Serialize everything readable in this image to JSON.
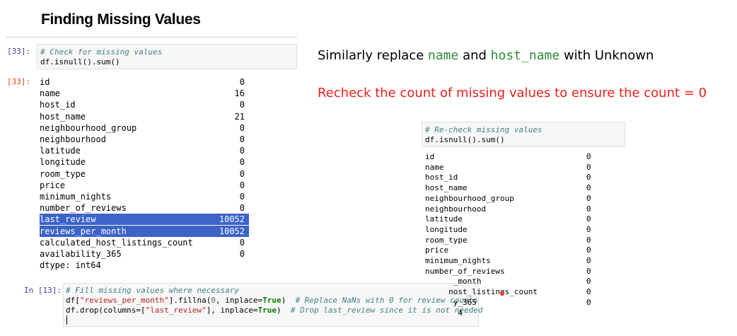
{
  "title": "Finding Missing Values",
  "cell33": {
    "in_prompt": "[33]:",
    "out_prompt": "[33]:",
    "code": [
      "# Check for missing values",
      "df.isnull().sum()"
    ],
    "rows": [
      {
        "k": "id",
        "v": "0"
      },
      {
        "k": "name",
        "v": "16"
      },
      {
        "k": "host_id",
        "v": "0"
      },
      {
        "k": "host_name",
        "v": "21"
      },
      {
        "k": "neighbourhood_group",
        "v": "0"
      },
      {
        "k": "neighbourhood",
        "v": "0"
      },
      {
        "k": "latitude",
        "v": "0"
      },
      {
        "k": "longitude",
        "v": "0"
      },
      {
        "k": "room_type",
        "v": "0"
      },
      {
        "k": "price",
        "v": "0"
      },
      {
        "k": "minimum_nights",
        "v": "0"
      },
      {
        "k": "number_of_reviews",
        "v": "0"
      },
      {
        "k": "last_review",
        "v": "10052",
        "selected": true
      },
      {
        "k": "reviews_per_month",
        "v": "10052",
        "selected": true
      },
      {
        "k": "calculated_host_listings_count",
        "v": "0"
      },
      {
        "k": "availability_365",
        "v": "0"
      }
    ],
    "dtype": "dtype: int64"
  },
  "cell13": {
    "prompt": "In [13]:",
    "line1_comment": "# Fill missing values where necessary",
    "line2": {
      "a": "df[",
      "s": "\"reviews_per_month\"",
      "b": "].fillna(",
      "n": "0",
      "c": ", inplace=",
      "kw": "True",
      "d": ")  ",
      "cm": "# Replace NaNs with 0 for review counts"
    },
    "line3": {
      "a": "df.drop(columns=[",
      "s": "\"last_review\"",
      "b": "], inplace=",
      "kw": "True",
      "c": ")  ",
      "cm": "# Drop last_review since it is not needed"
    }
  },
  "note1": {
    "pre": "Similarly replace ",
    "c1": "name",
    "mid": " and ",
    "c2": "host_name",
    "post": " with Unknown"
  },
  "note2": "Recheck the count of missing values to ensure the count = 0",
  "recheck": {
    "code": [
      "# Re-check missing values",
      "df.isnull().sum()"
    ],
    "rows": [
      {
        "k": "id",
        "v": "0"
      },
      {
        "k": "name",
        "v": "0"
      },
      {
        "k": "host_id",
        "v": "0"
      },
      {
        "k": "host_name",
        "v": "0"
      },
      {
        "k": "neighbourhood_group",
        "v": "0"
      },
      {
        "k": "neighbourhood",
        "v": "0"
      },
      {
        "k": "latitude",
        "v": "0"
      },
      {
        "k": "longitude",
        "v": "0"
      },
      {
        "k": "room_type",
        "v": "0"
      },
      {
        "k": "price",
        "v": "0"
      },
      {
        "k": "minimum_nights",
        "v": "0"
      },
      {
        "k": "number_of_reviews",
        "v": "0"
      },
      {
        "k": "      _month",
        "v": "0"
      },
      {
        "k": "     nost_listings_count",
        "v": "0"
      },
      {
        "k": "      y_365",
        "v": "0"
      },
      {
        "k": "       4",
        "v": ""
      }
    ]
  }
}
